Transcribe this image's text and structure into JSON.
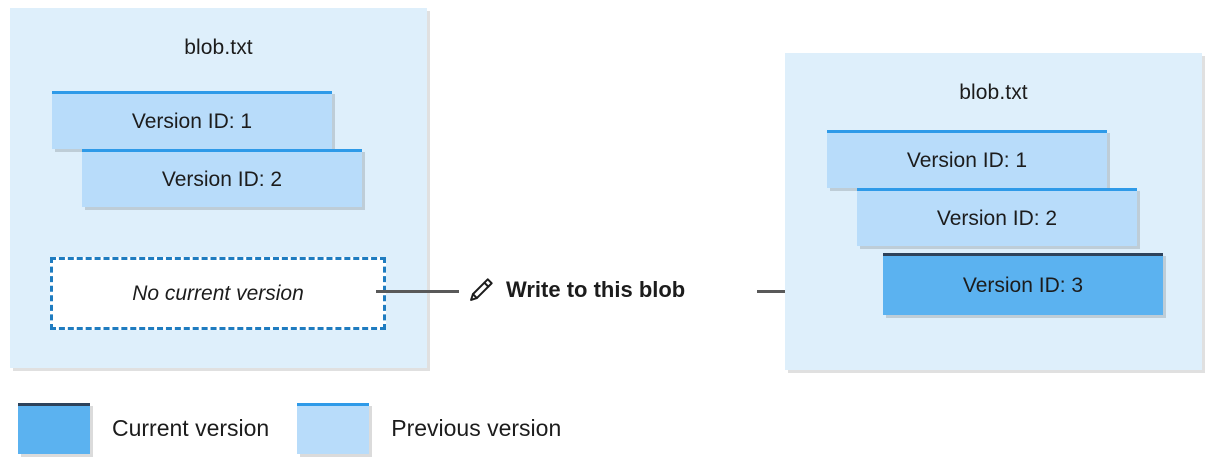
{
  "diagram": {
    "title_left": "blob.txt",
    "title_right": "blob.txt",
    "left_panel": {
      "name": "blob.txt",
      "versions": [
        {
          "label": "Version ID: 1",
          "state": "previous"
        },
        {
          "label": "Version ID: 2",
          "state": "previous"
        }
      ],
      "placeholder": "No current version"
    },
    "right_panel": {
      "name": "blob.txt",
      "versions": [
        {
          "label": "Version ID: 1",
          "state": "previous"
        },
        {
          "label": "Version ID: 2",
          "state": "previous"
        },
        {
          "label": "Version ID: 3",
          "state": "current"
        }
      ]
    },
    "action": {
      "label": "Write to this blob",
      "icon": "pencil-icon"
    },
    "legend": [
      {
        "label": "Current version",
        "state": "current"
      },
      {
        "label": "Previous version",
        "state": "previous"
      }
    ],
    "colors": {
      "panel_background": "#deeffb",
      "current_version_fill": "#5bb2f0",
      "current_version_border": "#2d425b",
      "previous_version_fill": "#b8dcfa",
      "previous_version_border": "#2e9ae8",
      "dashed_border": "#1f7cc0",
      "connector": "#595959",
      "text": "#1c1c1c",
      "page_background": "#ffffff"
    }
  }
}
